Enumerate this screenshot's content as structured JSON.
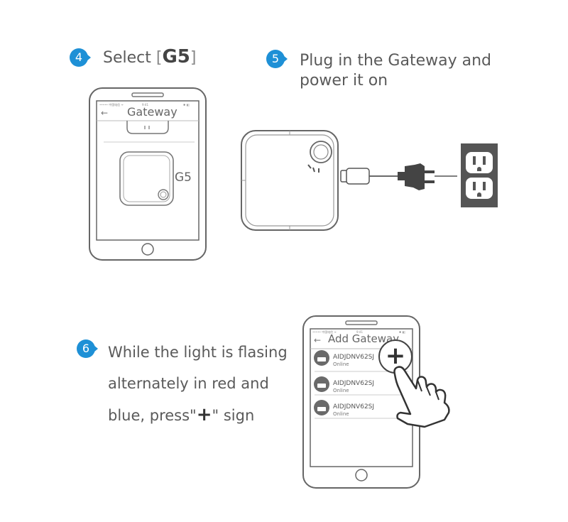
{
  "steps": [
    {
      "number": "4",
      "text_prefix": "Select",
      "bracket_open": "[",
      "model": "G5",
      "bracket_close": "]"
    },
    {
      "number": "5",
      "line1": "Plug in the Gateway and",
      "line2": "power it on"
    },
    {
      "number": "6",
      "line1": "While the light is flasing",
      "line2": "alternately in red and",
      "line3_prefix": "blue, press\"",
      "line3_plus": "+",
      "line3_suffix": "\" sign"
    }
  ],
  "phone1": {
    "status_left": "••••• 中国电信 ᯤ",
    "status_time": "9:41",
    "status_right": "✱ ▮▯",
    "back": "←",
    "title": "Gateway",
    "device_label": "G5"
  },
  "phone2": {
    "status_left": "••••• 中国电信 ᯤ",
    "status_time": "9:41",
    "status_right": "✱ ▮▯",
    "back": "←",
    "title": "Add Gateway",
    "plus": "+",
    "devices": [
      {
        "name": "AIDJDNV62SJ",
        "status": "Online"
      },
      {
        "name": "AIDJDNV62SJ",
        "status": "Online"
      },
      {
        "name": "AIDJDNV62SJ",
        "status": "Online"
      }
    ]
  },
  "colors": {
    "accent": "#1e90d6",
    "outlet": "#555555",
    "line": "#666666"
  },
  "icons": {
    "hand": "pointing-hand-icon",
    "router": "router-icon",
    "plug": "power-plug-icon",
    "outlet": "wall-outlet-icon"
  }
}
